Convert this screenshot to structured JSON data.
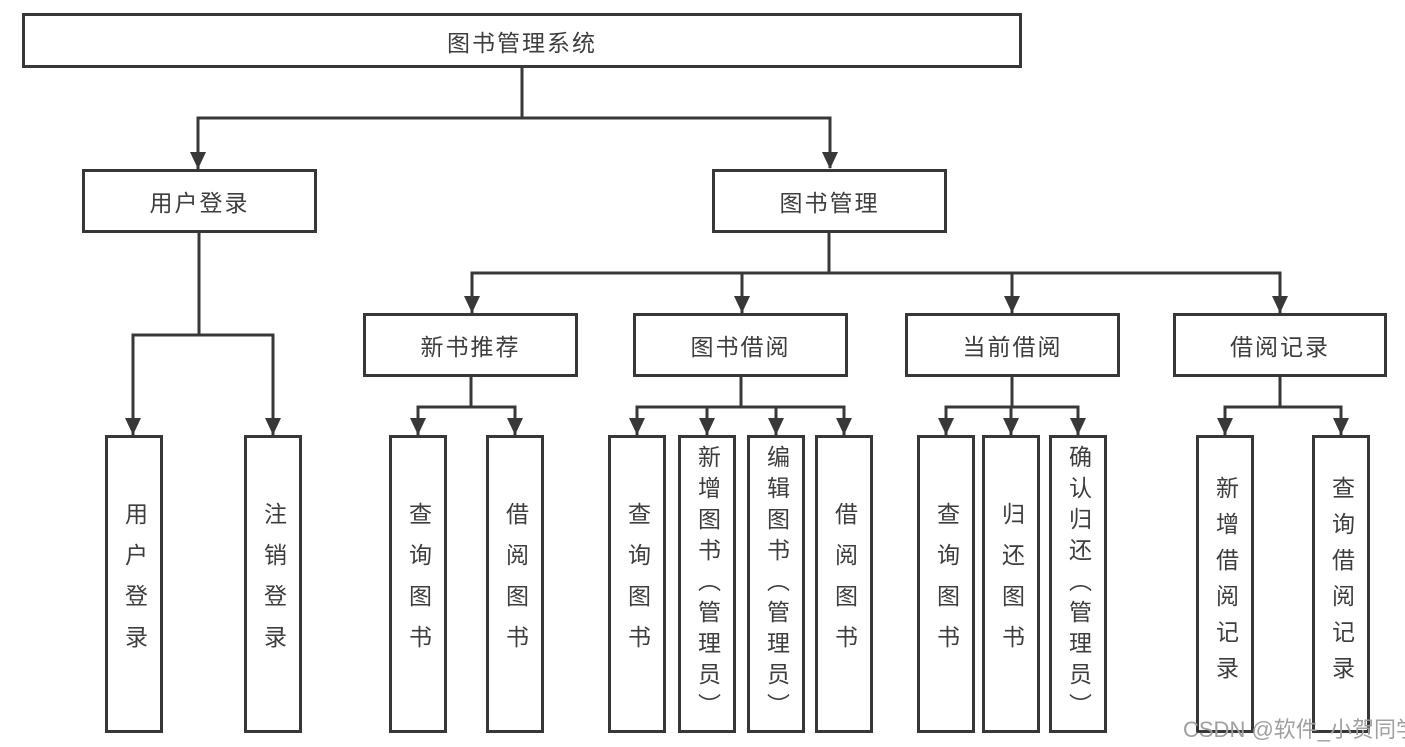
{
  "tree": {
    "root": {
      "label": "图书管理系统"
    },
    "branches": [
      {
        "label": "用户登录",
        "children": [
          {
            "label": "用户登录"
          },
          {
            "label": "注销登录"
          }
        ]
      },
      {
        "label": "图书管理",
        "children": [
          {
            "label": "新书推荐",
            "children": [
              {
                "label": "查询图书"
              },
              {
                "label": "借阅图书"
              }
            ]
          },
          {
            "label": "图书借阅",
            "children": [
              {
                "label": "查询图书"
              },
              {
                "label": "新增图书（管理员）"
              },
              {
                "label": "编辑图书（管理员）"
              },
              {
                "label": "借阅图书"
              }
            ]
          },
          {
            "label": "当前借阅",
            "children": [
              {
                "label": "查询图书"
              },
              {
                "label": "归还图书"
              },
              {
                "label": "确认归还（管理员）"
              }
            ]
          },
          {
            "label": "借阅记录",
            "children": [
              {
                "label": "新增借阅记录"
              },
              {
                "label": "查询借阅记录"
              }
            ]
          }
        ]
      }
    ]
  },
  "watermark": {
    "text": "CSDN @软件_小贺同学"
  },
  "colors": {
    "line": "#383838",
    "box_border": "#373737",
    "box_background": "#ffffff",
    "text": "#3d3d3d",
    "watermark": "#a0a0a0",
    "page_background": "#ffffff"
  }
}
